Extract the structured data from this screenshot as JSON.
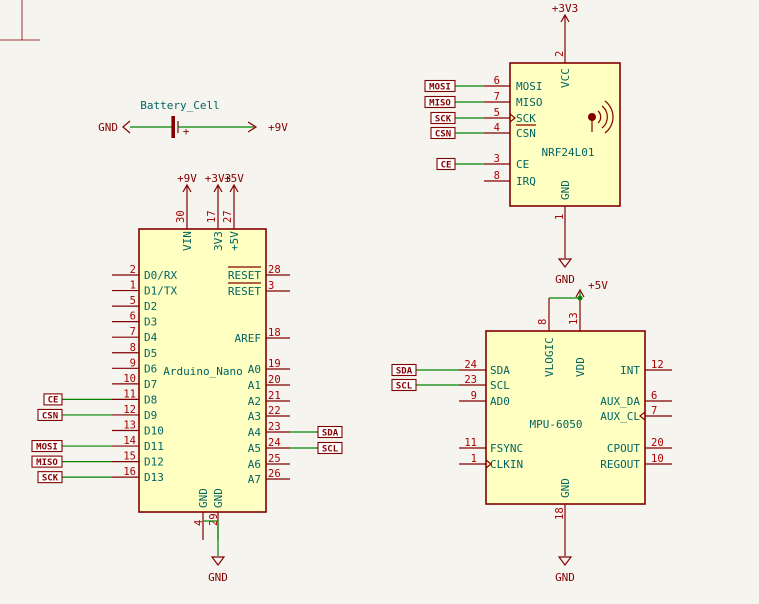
{
  "battery": {
    "ref": "Battery_Cell",
    "plus": "+",
    "left_net": "GND",
    "right_net": "+9V"
  },
  "arduino": {
    "name": "Arduino_Nano",
    "power_nets": [
      "+9V",
      "+3V3",
      "+5V"
    ],
    "top_pins": [
      {
        "num": "30",
        "name": "VIN"
      },
      {
        "num": "17",
        "name": "3V3"
      },
      {
        "num": "27",
        "name": "+5V"
      }
    ],
    "left_pins": [
      {
        "num": "2",
        "name": "D0/RX"
      },
      {
        "num": "1",
        "name": "D1/TX"
      },
      {
        "num": "5",
        "name": "D2"
      },
      {
        "num": "6",
        "name": "D3"
      },
      {
        "num": "7",
        "name": "D4"
      },
      {
        "num": "8",
        "name": "D5"
      },
      {
        "num": "9",
        "name": "D6"
      },
      {
        "num": "10",
        "name": "D7"
      },
      {
        "num": "11",
        "name": "D8",
        "label": "CE"
      },
      {
        "num": "12",
        "name": "D9",
        "label": "CSN"
      },
      {
        "num": "13",
        "name": "D10"
      },
      {
        "num": "14",
        "name": "D11",
        "label": "MOSI"
      },
      {
        "num": "15",
        "name": "D12",
        "label": "MISO"
      },
      {
        "num": "16",
        "name": "D13",
        "label": "SCK"
      }
    ],
    "right_pins": [
      {
        "num": "28",
        "name": "RESET"
      },
      {
        "num": "3",
        "name": "RESET"
      },
      {
        "num": "18",
        "name": "AREF"
      },
      {
        "num": "19",
        "name": "A0"
      },
      {
        "num": "20",
        "name": "A1"
      },
      {
        "num": "21",
        "name": "A2"
      },
      {
        "num": "22",
        "name": "A3"
      },
      {
        "num": "23",
        "name": "A4",
        "label": "SDA"
      },
      {
        "num": "24",
        "name": "A5",
        "label": "SCL"
      },
      {
        "num": "25",
        "name": "A6"
      },
      {
        "num": "26",
        "name": "A7"
      }
    ],
    "bottom_pins": [
      {
        "num": "4",
        "name": "GND"
      },
      {
        "num": "29",
        "name": "GND"
      }
    ],
    "gnd_net": "GND"
  },
  "nrf": {
    "name": "NRF24L01",
    "vcc_net": "+3V3",
    "gnd_net": "GND",
    "top_pin": {
      "num": "2",
      "name": "VCC"
    },
    "bottom_pin": {
      "num": "1",
      "name": "GND"
    },
    "left_pins": [
      {
        "num": "6",
        "name": "MOSI",
        "label": "MOSI"
      },
      {
        "num": "7",
        "name": "MISO",
        "label": "MISO"
      },
      {
        "num": "5",
        "name": "SCK",
        "label": "SCK"
      },
      {
        "num": "4",
        "name": "CSN",
        "label": "CSN"
      },
      {
        "num": "3",
        "name": "CE",
        "label": "CE"
      },
      {
        "num": "8",
        "name": "IRQ"
      }
    ]
  },
  "mpu": {
    "name": "MPU-6050",
    "power_net": "+5V",
    "gnd_net": "GND",
    "top_pins": [
      {
        "num": "8",
        "name": "VLOGIC"
      },
      {
        "num": "13",
        "name": "VDD"
      }
    ],
    "bottom_pin": {
      "num": "18",
      "name": "GND"
    },
    "left_pins": [
      {
        "num": "24",
        "name": "SDA",
        "label": "SDA"
      },
      {
        "num": "23",
        "name": "SCL",
        "label": "SCL"
      },
      {
        "num": "9",
        "name": "AD0"
      },
      {
        "num": "11",
        "name": "FSYNC"
      },
      {
        "num": "1",
        "name": "CLKIN"
      }
    ],
    "right_pins": [
      {
        "num": "12",
        "name": "INT"
      },
      {
        "num": "6",
        "name": "AUX_DA"
      },
      {
        "num": "7",
        "name": "AUX_CL"
      },
      {
        "num": "20",
        "name": "CPOUT"
      },
      {
        "num": "10",
        "name": "REGOUT"
      }
    ]
  }
}
